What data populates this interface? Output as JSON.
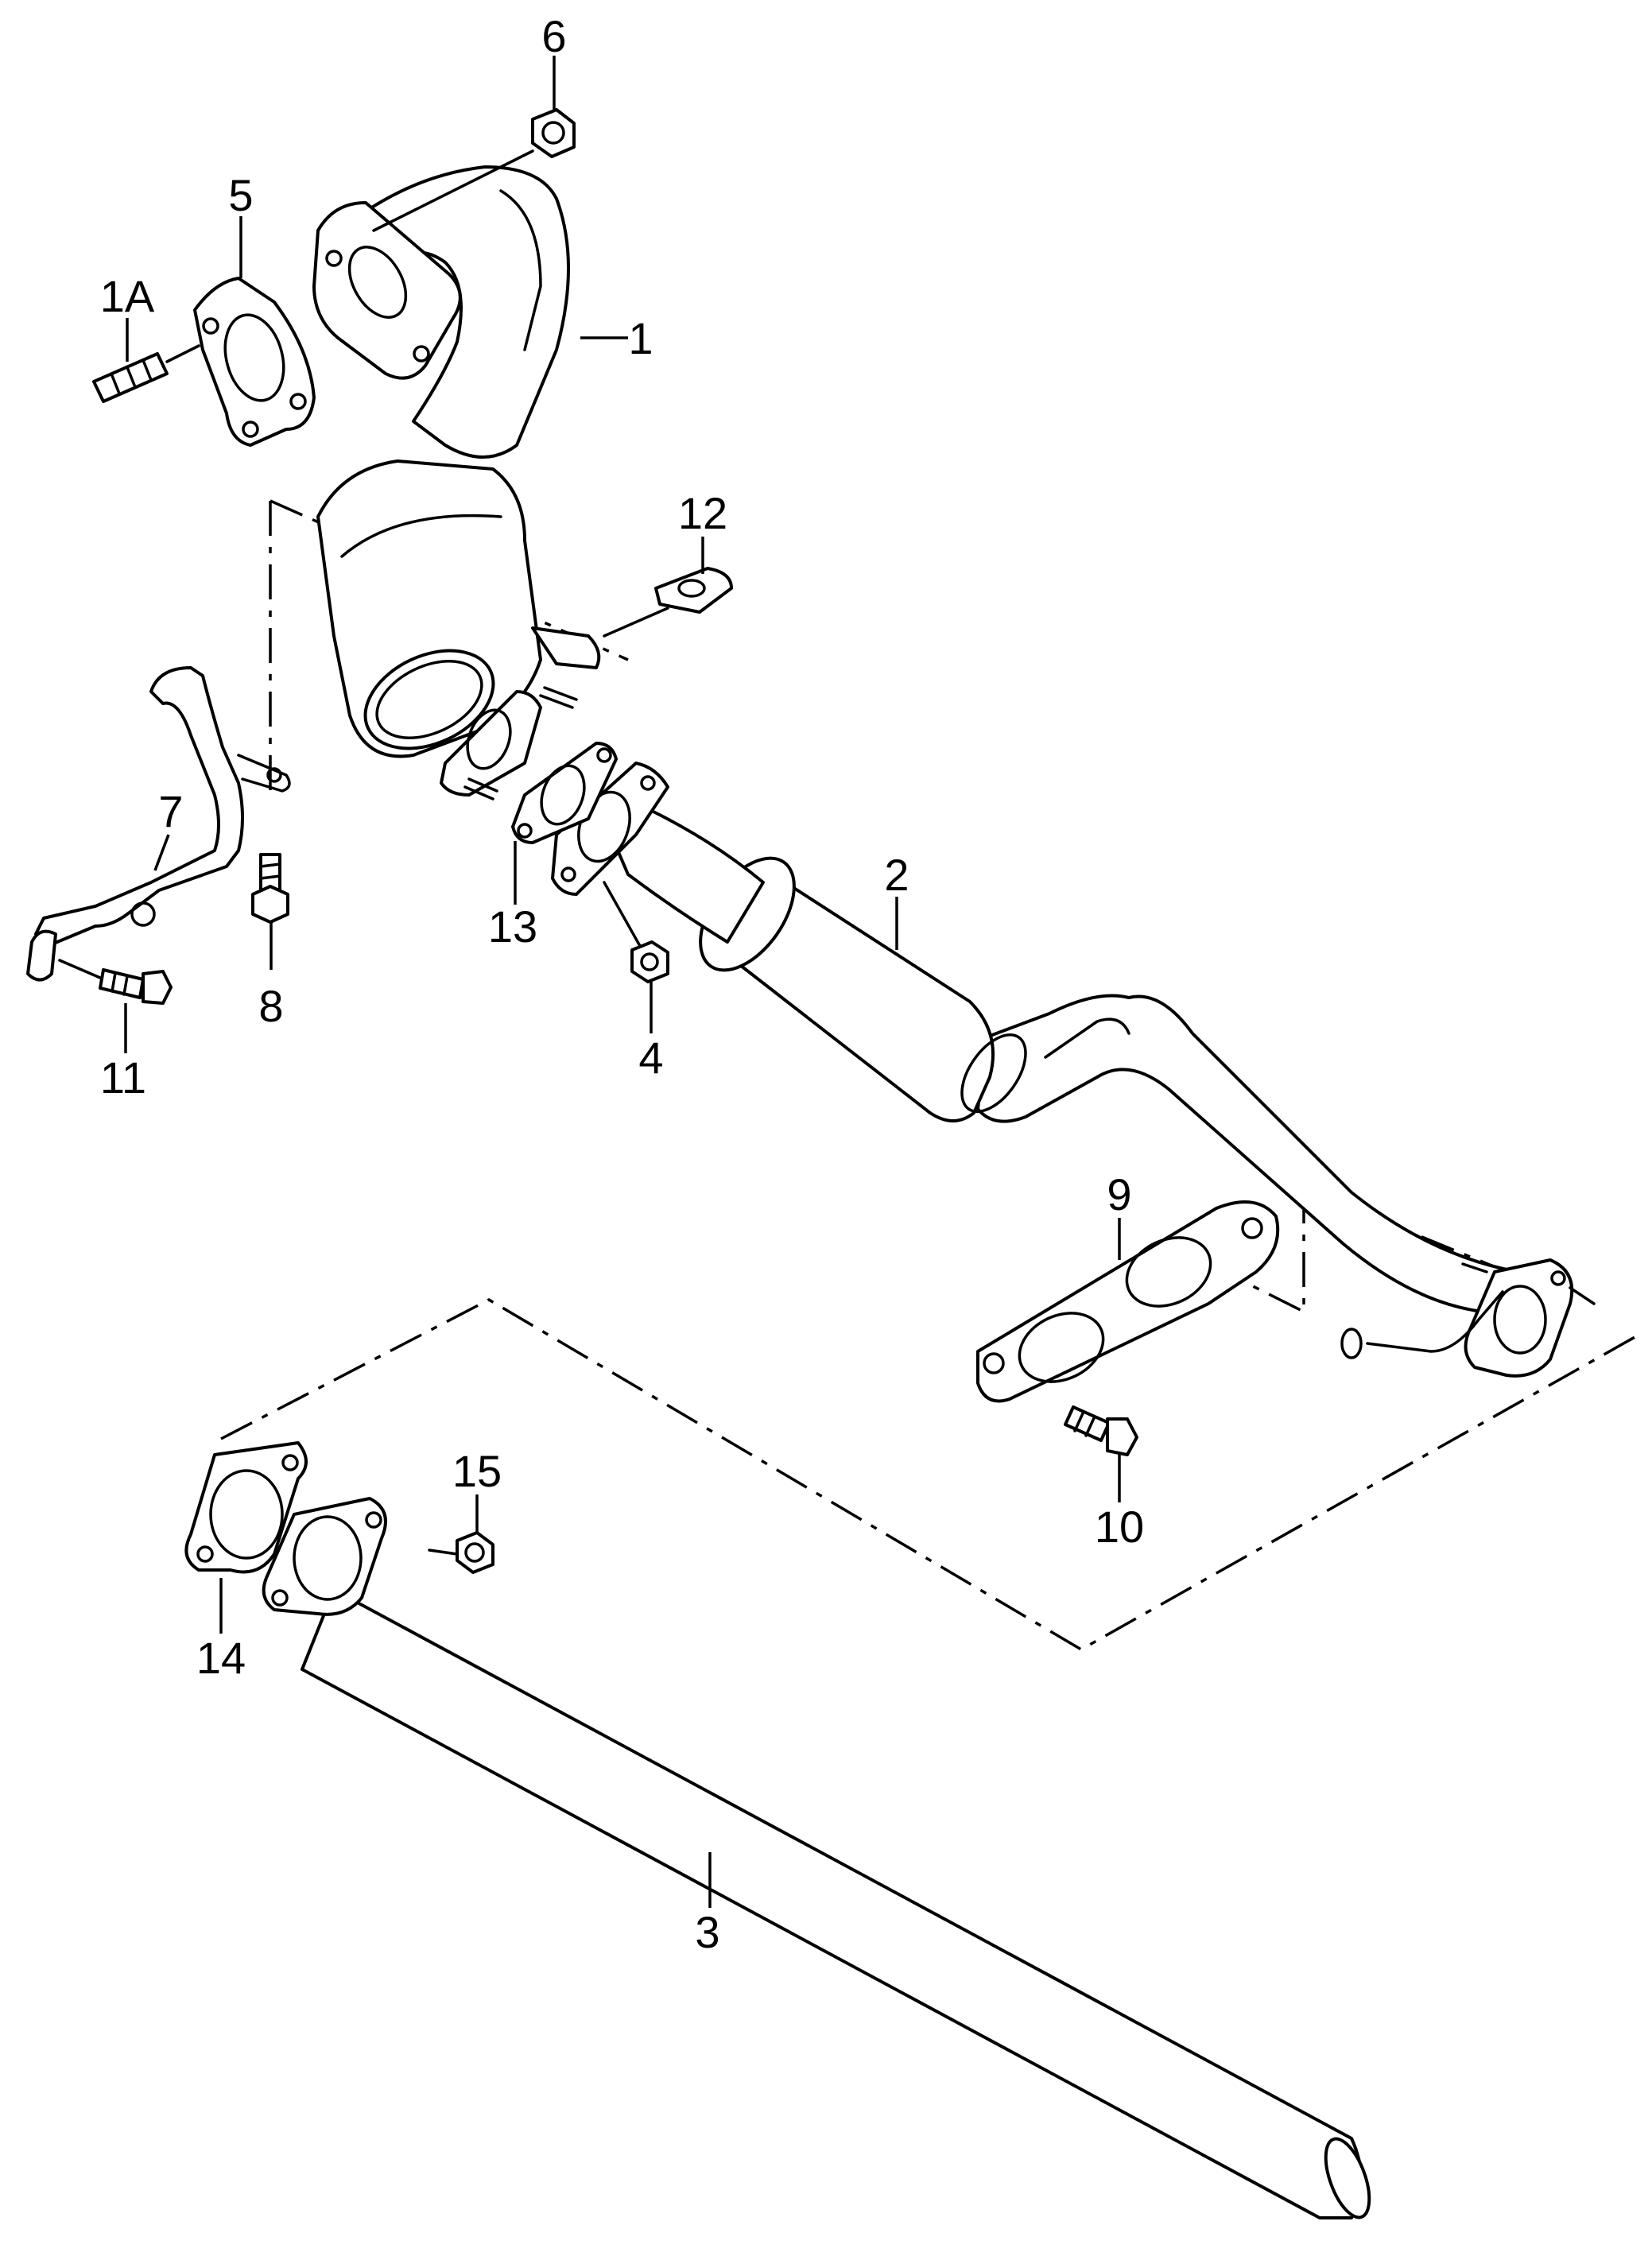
{
  "labels": {
    "p1": "1",
    "p1a": "1A",
    "p2": "2",
    "p3": "3",
    "p4": "4",
    "p5": "5",
    "p6": "6",
    "p7": "7",
    "p8": "8",
    "p9": "9",
    "p10": "10",
    "p11": "11",
    "p12": "12",
    "p13": "13",
    "p14": "14",
    "p15": "15"
  }
}
